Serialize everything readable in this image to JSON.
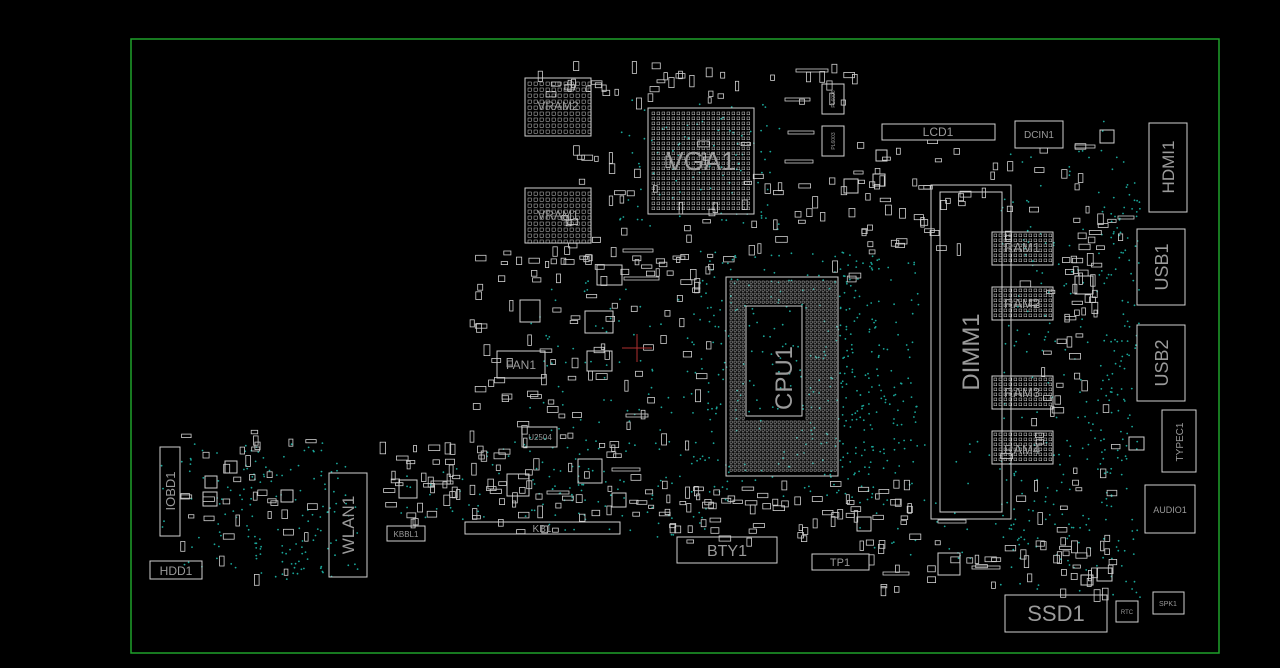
{
  "board": {
    "outline_color": "#1fa12a",
    "part_color": "#d0d0d0",
    "label_color": "#9a9a9a",
    "via_color": "#1aa79a",
    "background": "#000000"
  },
  "components": {
    "vga1": "VGA1",
    "vram1": "VRAM1",
    "vram2": "VRAM2",
    "cpu1": "CPU1",
    "dimm1": "DIMM1",
    "ram1": "RAM1",
    "ram2": "RAM2",
    "ram3": "RAM3",
    "ram4": "RAM4",
    "lcd1": "LCD1",
    "dcin1": "DCIN1",
    "hdmi1": "HDMI1",
    "usb1": "USB1",
    "usb2": "USB2",
    "typec1": "TYPEC1",
    "audio1": "AUDIO1",
    "spk1": "SPK1",
    "rtc": "RTC",
    "ssd1": "SSD1",
    "tp1": "TP1",
    "bty1": "BTY1",
    "kb1": "KB1",
    "kbbl1": "KBBL1",
    "wlan1": "WLAN1",
    "iobd1": "IOBD1",
    "hdd1": "HDD1",
    "fan1": "FAN1",
    "u2504": "U2504",
    "pl6006": "PL6006",
    "pl6003": "PL6003"
  }
}
